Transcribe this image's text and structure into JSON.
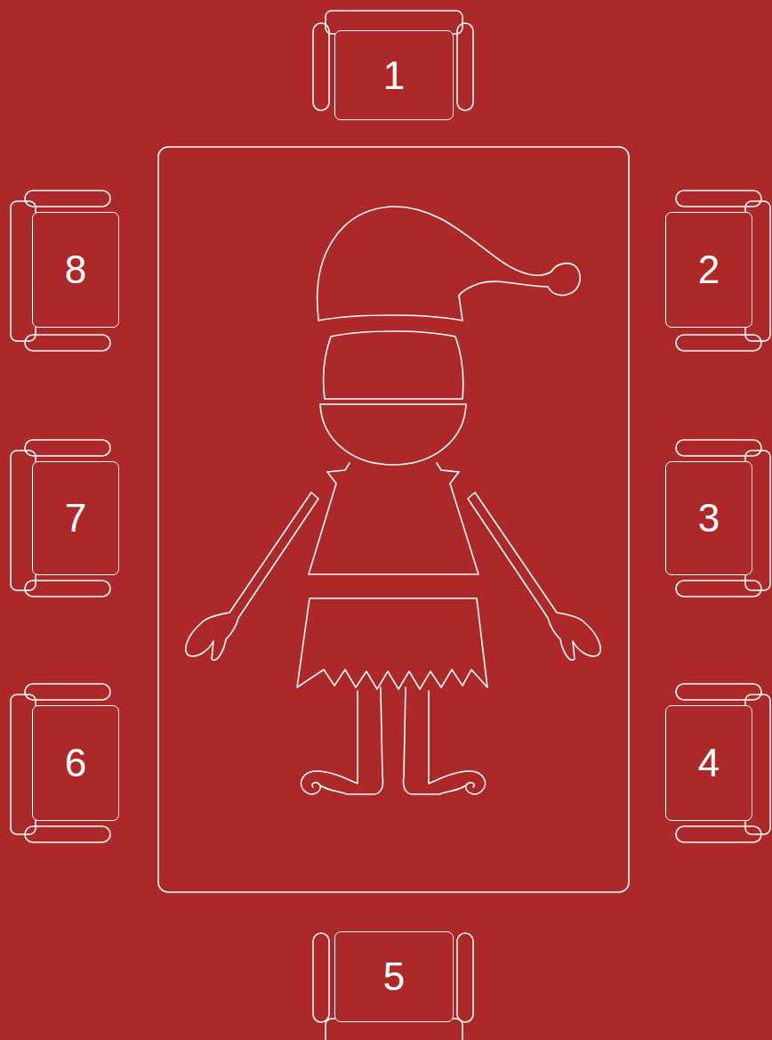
{
  "diagram": {
    "nodes": [
      {
        "text": [
          "1"
        ]
      },
      {
        "text": [
          "8"
        ]
      },
      {
        "text": [
          "2"
        ]
      },
      {
        "text": [
          "7"
        ]
      },
      {
        "text": [
          "3"
        ]
      },
      {
        "text": [
          "6"
        ]
      },
      {
        "text": [
          "4"
        ]
      },
      {
        "text": [
          "5"
        ]
      }
    ]
  }
}
